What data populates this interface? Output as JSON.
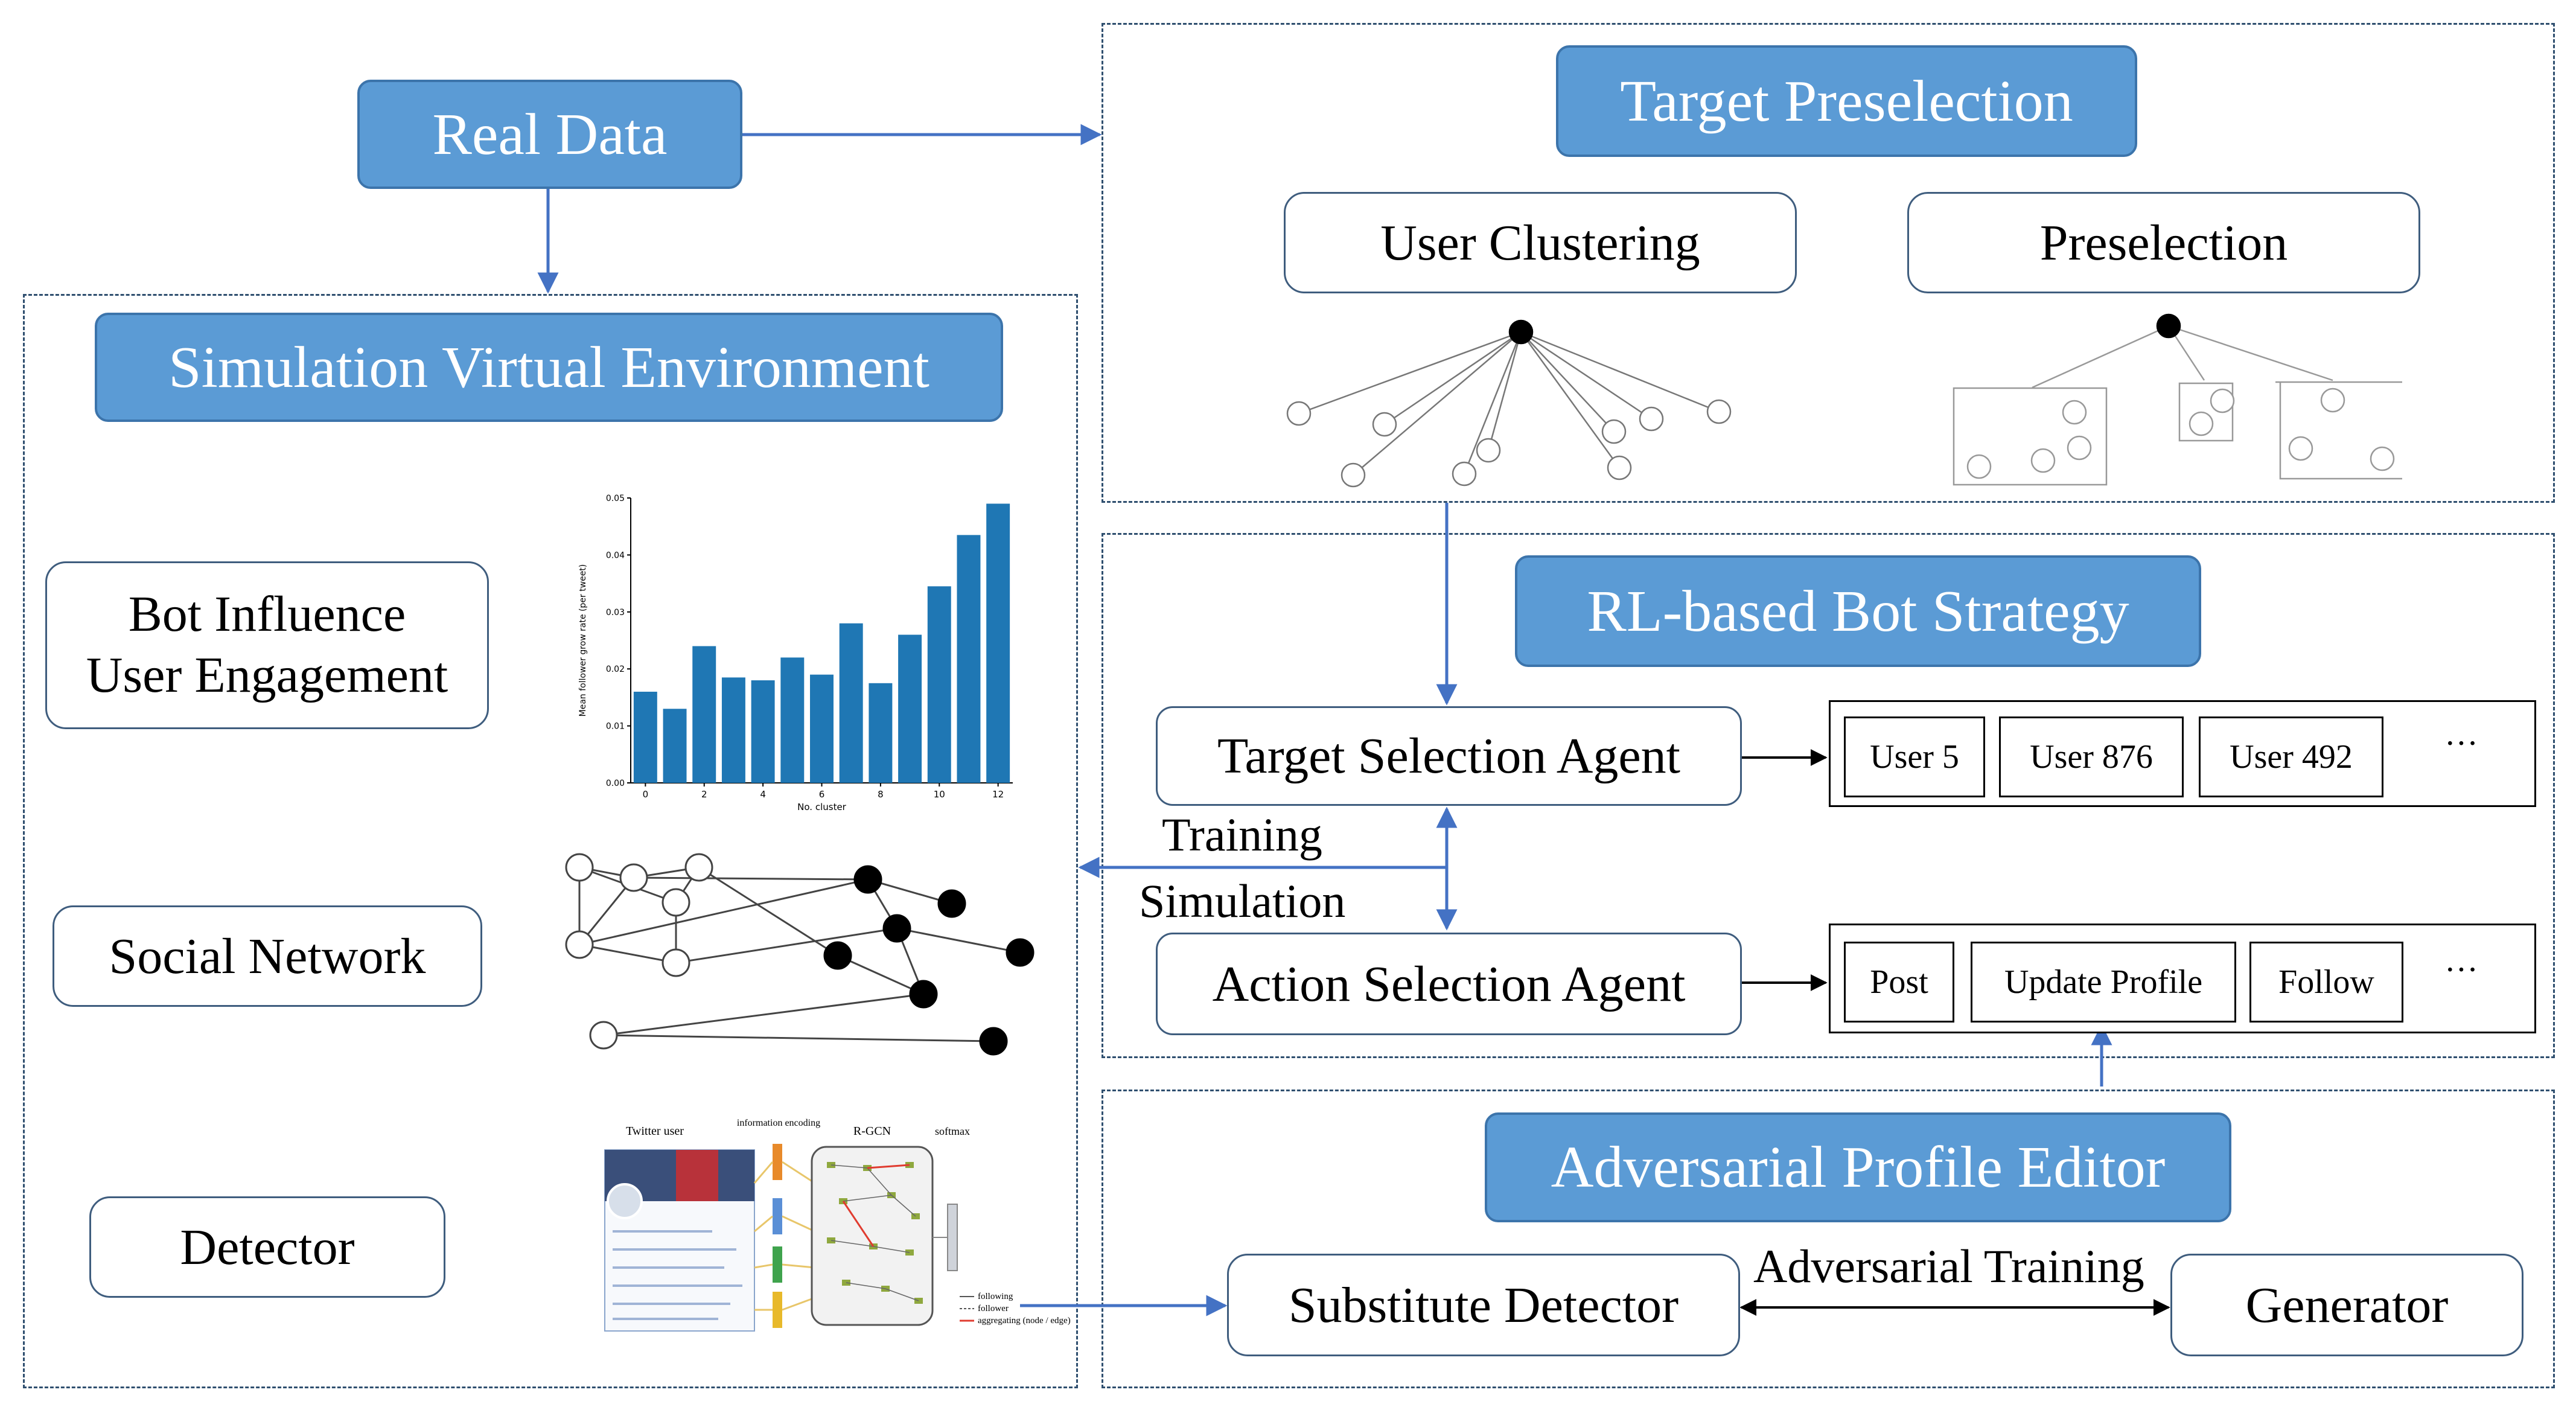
{
  "real_data": "Real Data",
  "target_preselection": {
    "title": "Target Preselection",
    "user_clustering": "User Clustering",
    "preselection": "Preselection"
  },
  "sim_env": {
    "title": "Simulation Virtual Environment",
    "bot_influence_line1": "Bot Influence",
    "bot_influence_line2": "User Engagement",
    "social_network": "Social Network",
    "detector": "Detector"
  },
  "rl_strategy": {
    "title": "RL-based Bot Strategy",
    "target_agent": "Target Selection Agent",
    "action_agent": "Action Selection Agent",
    "training": "Training",
    "simulation": "Simulation",
    "targets": [
      "User 5",
      "User 876",
      "User 492",
      "···"
    ],
    "actions": [
      "Post",
      "Update Profile",
      "Follow",
      "···"
    ]
  },
  "adversarial": {
    "title": "Adversarial Profile Editor",
    "substitute": "Substitute Detector",
    "generator": "Generator",
    "training": "Adversarial Training"
  },
  "chart_data": {
    "type": "bar",
    "categories": [
      "0",
      "1",
      "2",
      "3",
      "4",
      "5",
      "6",
      "7",
      "8",
      "9",
      "10",
      "11",
      "12"
    ],
    "values": [
      0.016,
      0.013,
      0.024,
      0.0185,
      0.018,
      0.022,
      0.019,
      0.028,
      0.0175,
      0.026,
      0.0345,
      0.0435,
      0.049
    ],
    "xlabel": "No. cluster",
    "ylabel": "Mean follower grow rate (per tweet)",
    "ylim": [
      0,
      0.05
    ],
    "yticks": [
      "0.00",
      "0.01",
      "0.02",
      "0.03",
      "0.04",
      "0.05"
    ],
    "xticks": [
      "0",
      "2",
      "4",
      "6",
      "8",
      "10",
      "12"
    ],
    "bar_color": "#1f77b4"
  },
  "detector_figure": {
    "labels": [
      "Twitter user",
      "information encoding",
      "R-GCN",
      "softmax",
      "following",
      "follower",
      "aggregating (node / edge)"
    ]
  },
  "colors": {
    "accent": "#5b9bd5",
    "arrow": "#4472c4",
    "border": "#3f5d7e"
  }
}
